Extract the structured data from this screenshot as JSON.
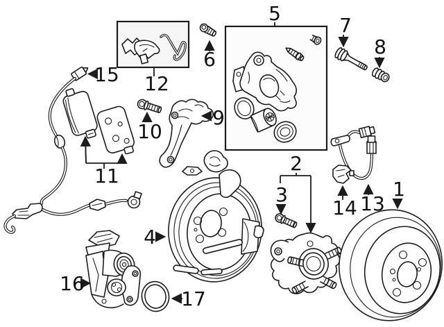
{
  "diagram": {
    "description": "Exploded parts diagram of a rear disc brake assembly with numbered callouts",
    "colors": {
      "line": "#1c1c1c",
      "background": "#ffffff",
      "panel_fill": "#f6f6f6",
      "label": "#111111"
    },
    "callouts": {
      "c1": "1",
      "c2": "2",
      "c3": "3",
      "c4": "4",
      "c5": "5",
      "c6": "6",
      "c7": "7",
      "c8": "8",
      "c9": "9",
      "c10": "10",
      "c11": "11",
      "c12": "12",
      "c13": "13",
      "c14": "14",
      "c15": "15",
      "c16": "16",
      "c17": "17"
    }
  }
}
